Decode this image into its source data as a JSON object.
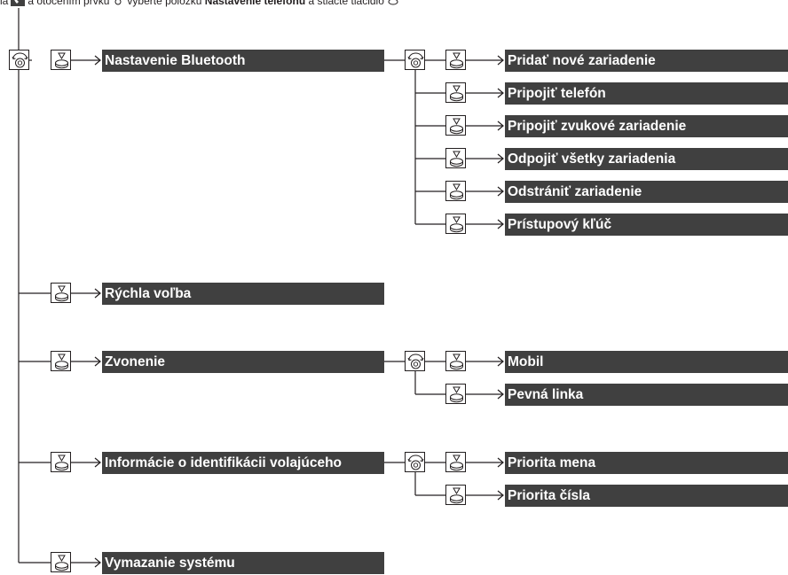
{
  "instruction": {
    "prefix": "ia",
    "middle": "a otočením prvku",
    "select_text": "vyberte položku",
    "menu_name": "Nastavenie telefónu",
    "suffix": "a stlačte tlačidlo"
  },
  "menu": {
    "level1": [
      "Nastavenie Bluetooth",
      "Rýchla voľba",
      "Zvonenie",
      "Informácie o identifikácii volajúceho",
      "Vymazanie systému"
    ],
    "bluetooth_items": [
      "Pridať nové zariadenie",
      "Pripojiť telefón",
      "Pripojiť zvukové zariadenie",
      "Odpojiť všetky zariadenia",
      "Odstrániť zariadenie",
      "Prístupový kľúč"
    ],
    "ringtone_items": [
      "Mobil",
      "Pevná linka"
    ],
    "caller_id_items": [
      "Priorita mena",
      "Priorita čísla"
    ]
  },
  "icons": {
    "rotate": "interface-dial-rotate-icon",
    "press": "interface-dial-press-icon",
    "phone": "phone-button-icon",
    "arrow": "arrow-right-icon"
  },
  "colors": {
    "bar": "#404040",
    "bar_text": "#ffffff",
    "line": "#231f20"
  }
}
